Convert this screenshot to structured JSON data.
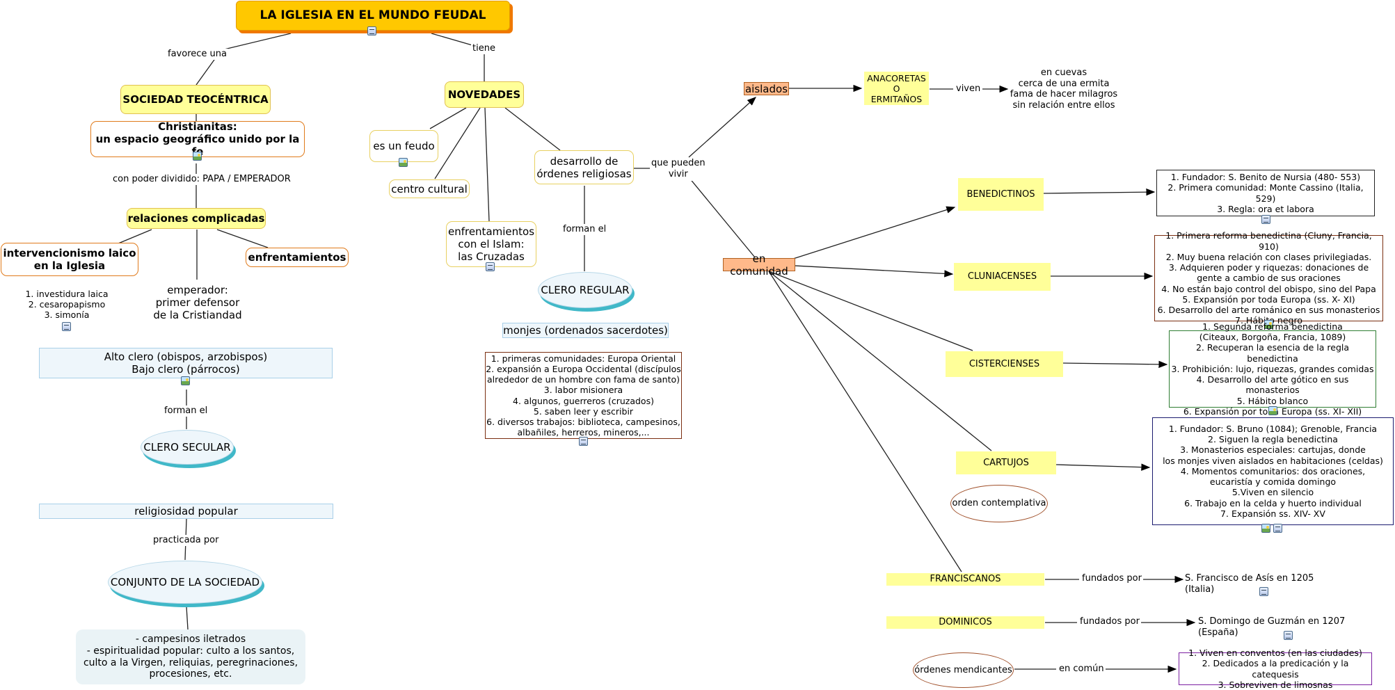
{
  "title": "LA IGLESIA EN EL  MUNDO FEUDAL",
  "links": {
    "favorece": "favorece una",
    "tiene": "tiene",
    "poder": "con poder dividido: PAPA / EMPERADOR",
    "forman_secular": "forman el",
    "practicada": "practicada por",
    "forman_regular": "forman el",
    "que_pueden": "que pueden\nvivir",
    "viven": "viven",
    "fundados_fran": "fundados por",
    "fundados_domi": "fundados por",
    "en_comun": "en común"
  },
  "nodes": {
    "sociedad": "SOCIEDAD TEOCÉNTRICA",
    "christianitas": "Christianitas:\nun espacio geográfico unido por la fe",
    "relaciones": "relaciones complicadas",
    "intervencionismo": "intervencionismo laico\nen la Iglesia",
    "enfrentamientos": "enfrentamientos",
    "intervencionismo_list": "1. investidura laica\n2. cesaropapismo\n3. simonía",
    "emperador": "emperador:\nprimer defensor\nde la Cristiandad",
    "alto_clero": "Alto clero (obispos, arzobispos)\nBajo clero (párrocos)",
    "clero_secular": "CLERO SECULAR",
    "religiosidad": "religiosidad popular",
    "conjunto": "CONJUNTO DE LA SOCIEDAD",
    "campesinos": "- campesinos iletrados\n- espiritualidad popular: culto a los santos,\nculto a la Virgen, reliquias, peregrinaciones,\nprocesiones, etc.",
    "novedades": "NOVEDADES",
    "feudo": "es un feudo",
    "cultural": "centro cultural",
    "islam": "enfrentamientos\ncon el Islam:\nlas Cruzadas",
    "desarrollo": "desarrollo de\nórdenes religiosas",
    "clero_regular": "CLERO REGULAR",
    "monjes": "monjes (ordenados sacerdotes)",
    "monjes_list": "1. primeras comunidades: Europa Oriental\n2. expansión a Europa Occidental (discípulos\nalrededor de un hombre con fama de santo)\n3. labor misionera\n4. algunos, guerreros (cruzados)\n5. saben leer y escribir\n6. diversos trabajos: biblioteca, campesinos,\nalbañiles, herreros, mineros,...",
    "aislados": "aislados",
    "anacoretas": "ANACORETAS\nO\nERMITAÑOS",
    "cuevas": "en cuevas\ncerca de una ermita\nfama de hacer milagros\nsin relación entre ellos",
    "comunidad": "en comunidad",
    "benedictinos": "BENEDICTINOS",
    "benedictinos_list": "1. Fundador: S. Benito de Nursia (480- 553)\n2. Primera comunidad: Monte Cassino (Italia, 529)\n3. Regla: ora et labora",
    "cluniacenses": "CLUNIACENSES",
    "cluniacenses_list": "1. Primera reforma benedictina (Cluny, Francia, 910)\n2. Muy buena relación con clases privilegiadas.\n3. Adquieren poder y riquezas: donaciones de\ngente a cambio de sus oraciones\n4. No están bajo control del obispo, sino del Papa\n5. Expansión por toda Europa (ss. X- XI)\n6. Desarrollo del arte románico en sus monasterios\n7. Hábito negro",
    "cistercienses": "CISTERCIENSES",
    "cistercienses_list": "1. Segunda reforma benedictina\n(Citeaux, Borgoña, Francia, 1089)\n2. Recuperan la esencia de la regla benedictina\n3. Prohibición: lujo, riquezas, grandes comidas\n4. Desarrollo del arte gótico en sus monasterios\n5. Hábito blanco\n6. Expansión por toda Europa (ss. XI- XII)",
    "cartujos": "CARTUJOS",
    "cartujos_list": "1. Fundador: S. Bruno (1084); Grenoble, Francia\n2. Siguen la regla benedictina\n3. Monasterios especiales: cartujas, donde\nlos monjes viven aislados en habitaciones (celdas)\n4. Momentos comunitarios: dos oraciones,\neucaristía y comida domingo\n5.Viven en silencio\n6. Trabajo en la celda y huerto individual\n7. Expansión ss. XIV- XV",
    "contemplativa": "orden contemplativa",
    "franciscanos": "FRANCISCANOS",
    "francisco": "S. Francisco de Asís en 1205 (Italia)",
    "dominicos": "DOMINICOS",
    "domingo": "S. Domingo de Guzmán en 1207 (España)",
    "mendicantes": "órdenes mendicantes",
    "mendicantes_list": "1. Viven en conventos (en las ciudades)\n2. Dedicados a la predicación y la catequesis\n3. Sobreviven de limosnas"
  },
  "colors": {
    "title_fill": "#ffc800",
    "yellow_fill": "#ffff99",
    "salmon_fill": "#ffb98a",
    "teal_shadow": "#40b8c8",
    "line": "#222222"
  },
  "icons": [
    "note-icon",
    "image-icon"
  ]
}
